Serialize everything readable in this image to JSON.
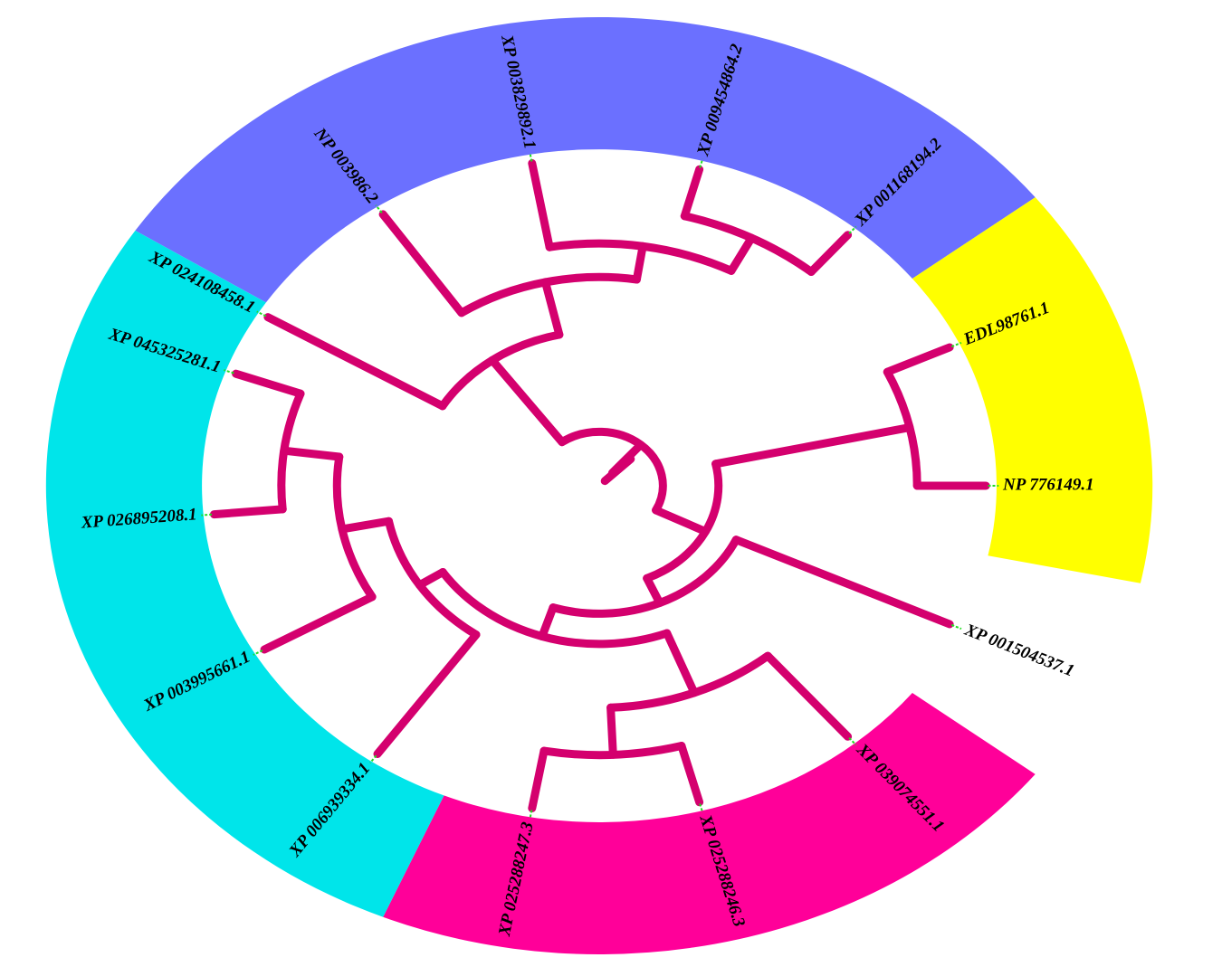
{
  "colors": {
    "branch": "#D4006E",
    "connector": "#22DD22",
    "clade_blue": "#6B70FF",
    "clade_yellow": "#FFFF00",
    "clade_pink": "#FF0099",
    "clade_cyan": "#00E5EA"
  },
  "clades": [
    {
      "name": "blue",
      "color": "#6B70FF",
      "leaves": [
        "NP 003986.2",
        "XP 003829892.1",
        "XP 009454864.2",
        "XP 001168194.2"
      ]
    },
    {
      "name": "yellow",
      "color": "#FFFF00",
      "leaves": [
        "EDL98761.1",
        "NP 776149.1"
      ]
    },
    {
      "name": "pink",
      "color": "#FF0099",
      "leaves": [
        "XP 025288247.3",
        "XP 025288246.3",
        "XP 039074551.1"
      ]
    },
    {
      "name": "cyan",
      "color": "#00E5EA",
      "leaves": [
        "XP 024108458.1",
        "XP 045325281.1",
        "XP 026895208.1",
        "XP 003995661.1",
        "XP 006939334.1"
      ]
    }
  ],
  "tree": {
    "depth": 0.05,
    "children": [
      {
        "depth": 0.16,
        "children": [
          {
            "depth": 0.46,
            "children": [
              {
                "label": "XP 024108458.1"
              },
              {
                "depth": 0.62,
                "children": [
                  {
                    "label": "NP 003986.2"
                  },
                  {
                    "depth": 0.72,
                    "children": [
                      {
                        "label": "XP 003829892.1"
                      },
                      {
                        "depth": 0.83,
                        "children": [
                          {
                            "label": "XP 009454864.2"
                          },
                          {
                            "label": "XP 001168194.2"
                          }
                        ]
                      }
                    ]
                  }
                ]
              }
            ]
          },
          {
            "depth": 0.3,
            "children": [
              {
                "depth": 0.8,
                "children": [
                  {
                    "label": "EDL98761.1"
                  },
                  {
                    "label": "NP 776149.1"
                  }
                ]
              },
              {
                "depth": 0.38,
                "children": [
                  {
                    "label": "XP 001504537.1"
                  },
                  {
                    "depth": 0.47,
                    "children": [
                      {
                        "depth": 0.54,
                        "children": [
                          {
                            "depth": 0.66,
                            "children": [
                              {
                                "depth": 0.8,
                                "children": [
                                  {
                                    "label": "XP 045325281.1"
                                  },
                                  {
                                    "label": "XP 026895208.1"
                                  }
                                ]
                              },
                              {
                                "label": "XP 003995661.1"
                              }
                            ]
                          },
                          {
                            "label": "XP 006939334.1"
                          }
                        ]
                      },
                      {
                        "depth": 0.66,
                        "children": [
                          {
                            "depth": 0.8,
                            "children": [
                              {
                                "label": "XP 025288247.3"
                              },
                              {
                                "label": "XP 025288246.3"
                              }
                            ]
                          },
                          {
                            "label": "XP 039074551.1"
                          }
                        ]
                      }
                    ]
                  }
                ]
              }
            ]
          }
        ]
      }
    ]
  }
}
